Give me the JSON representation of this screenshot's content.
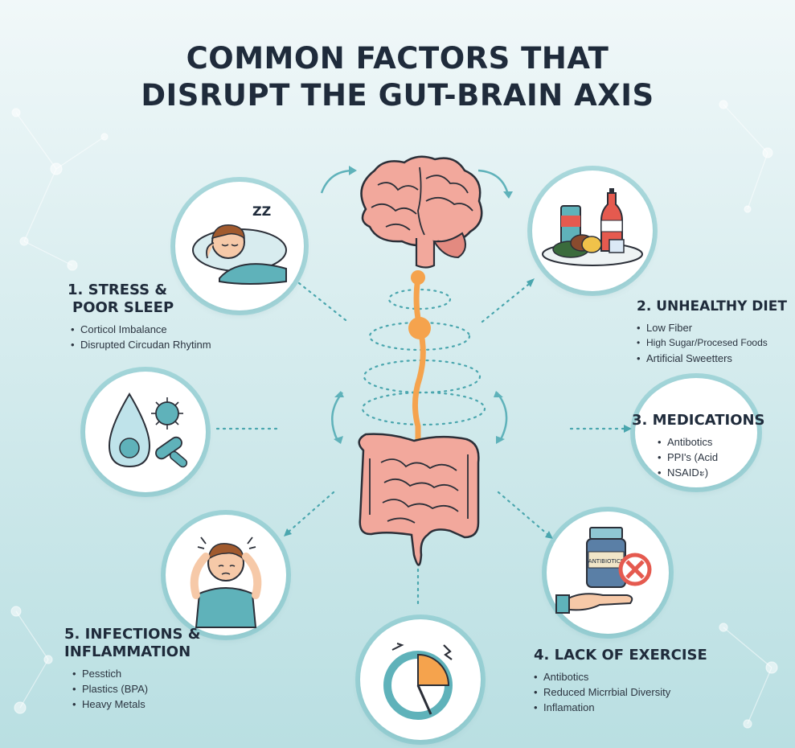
{
  "title": {
    "line1": "COMMON FACTORS THAT",
    "line2": "DISRUPT THE GUT-BRAIN AXIS"
  },
  "factors": [
    {
      "heading_line1": "1. STRESS &",
      "heading_line2": "POOR SLEEP",
      "items": [
        "Corticol Imbalance",
        "Disrupted Circudan Rhytinm"
      ]
    },
    {
      "heading": "2. UNHEALTHY DIET",
      "items": [
        "Low Fiber",
        "High Sugar/Procesed Foods",
        "Artificial Sweetters"
      ]
    },
    {
      "heading": "3. MEDICATIONS",
      "items": [
        "Antibotics",
        "PPI's (Acid",
        "NSAIDะ)"
      ]
    },
    {
      "heading": "4. LACK OF EXERCISE",
      "items": [
        "Antibotics",
        "Reduced Micrrbial Diversity",
        "Inflamation"
      ]
    },
    {
      "heading_line1": "5. INFECTIONS &",
      "heading_line2": "INFLAMMATION",
      "items": [
        "Pesstich",
        "Plastics (BPA)",
        "Heavy Metals"
      ]
    }
  ],
  "icons": {
    "sleep": "sleeping-person-icon",
    "diet": "junk-food-icon",
    "infection": "virus-droplet-icon",
    "medications": "pill-bottle-no-icon",
    "stress": "stressed-person-icon",
    "exercise": "clock-icon",
    "sleep_text": "ZZ",
    "medicine_label": "ANTIBIOTICS"
  },
  "colors": {
    "accent_teal": "#7ac2c8",
    "organ_pink": "#f0a296",
    "vagus_orange": "#f5a34d",
    "title_dark": "#1f2b3b"
  }
}
